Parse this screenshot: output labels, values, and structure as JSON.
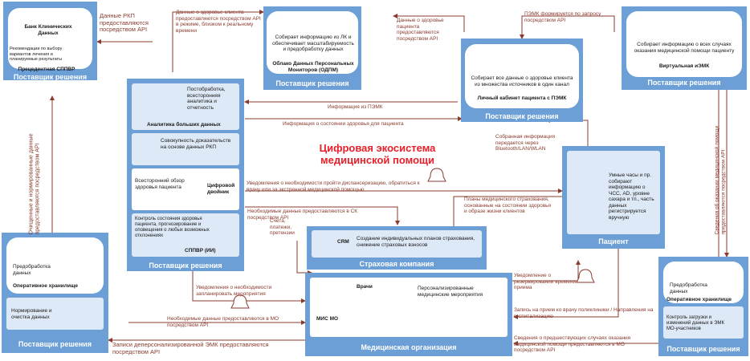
{
  "title": "Цифровая экосистема медицинской помощи",
  "colors": {
    "box": "#6b9fd6",
    "accent": "#e8202a",
    "arrow": "#8a3b2e"
  },
  "bank": {
    "title": "Банк Клинических Данных",
    "text": "Рекомендации по выбору вариантов лечения и планируемые результаты",
    "name": "Прецедентная СППВР",
    "caption": "Поставщик решения"
  },
  "odpm": {
    "text": "Собирает информацию из ЛК и обеспечивает масштабируемость и предобработку данных",
    "name": "Облако Данных Персональных Мониторов (ОДПМ)",
    "caption": "Поставщик решения"
  },
  "lk": {
    "text": "Собирает все данные о здоровье клиента из множества источников в один канал",
    "name": "Личный кабинет пациента с ПЭМК",
    "caption": "Поставщик решения"
  },
  "vemk": {
    "text": "Собирает информацию о всех случаях оказания медицинской помощи пациенту",
    "name": "Виртуальная иЭМК",
    "caption": "Поставщик решения"
  },
  "center": {
    "analytics_text": "Постобработка, всесторонняя аналитика и отчетность",
    "analytics_name": "Аналитика больших данных",
    "evidence_text": "Совокупность доказательств на основе данных РКП",
    "twin_text": "Всесторонний обзор здоровья пациента",
    "twin_name": "Цифровой двойник",
    "control_text": "Контроль состояния здоровья пациента, прогнозирование и оповещения о любых возможных отклонениях",
    "control_name": "СППВР (ИИ)",
    "caption": "Поставщик решения"
  },
  "patient": {
    "text": "Умные часы и пр. собирают информацию о ЧСС, АD, уровне сахара и тп., часть данных регистрируется вручную",
    "caption": "Пациент"
  },
  "insurance": {
    "crm": "CRM",
    "text": "Создание индивидуальных планов страхования, снижение страховых взносов",
    "caption": "Страховая компания"
  },
  "medorg": {
    "doctors": "Врачи",
    "mis": "МИС МО",
    "text": "Персонализированные медицинские мероприятия",
    "caption": "Медицинская организация"
  },
  "left_store": {
    "pre": "Предобработка данных",
    "name": "Оперативное хранилище",
    "norm": "Нормирование и очистка данных",
    "caption": "Поставщик решения"
  },
  "right_store": {
    "pre": "Предобработка данных",
    "name": "Оперативное хранилище",
    "ctrl": "Контроль загрузки и изменений данных в ЭМК МО-участников",
    "caption": "Поставщик решения"
  },
  "labels": {
    "rkp": "Данные РКП предоставляются посредством API",
    "client_health": "Данные о здоровье клиента предоставляются посредством API в режиме, близком к реальному времени",
    "patient_health": "Данные о здоровье пациента предоставляются посредством API",
    "pemk_request": "ПЭМК формируется по запросу посредством API",
    "pemk_info": "Информация из ПЭМК",
    "health_state": "Информация о состоянии здоровья для пациента",
    "bluetooth": "Собранная информация передается через Bluetooth/LAN/WLAN",
    "dispensary": "Уведомления о необходимости пройти диспансеризацию, обратиться к врачу или за экстренной медицинской помощью",
    "plans": "Планы медицинского страхования, основанные на состоянии здоровья и образе жизни клиентов",
    "sk_data": "Необходимые данные предоставляются в СК посредством API",
    "invoices": "Счета, платежи, претензии",
    "planned": "Уведомления о необходимости запланировать мероприятия",
    "mo_data": "Необходимые данные предоставляются в МО посредством API",
    "reserve": "Уведомление о резервировании времени приема",
    "appointment": "Запись на прием ко врачу поликлиники / Направления на госпитализацию",
    "prev_cases": "Сведения о предшествующих случаях оказания медицинской помощи предоставляются в МО посредством API",
    "depersonal": "Записи деперсонализированной ЭМК предоставляются посредством API",
    "left_vertical": "Очищенные и нормированные данные предоставляются посредством API",
    "right_vertical": "Сведения об оказании медицинской помощи предоставляются посредством API"
  }
}
